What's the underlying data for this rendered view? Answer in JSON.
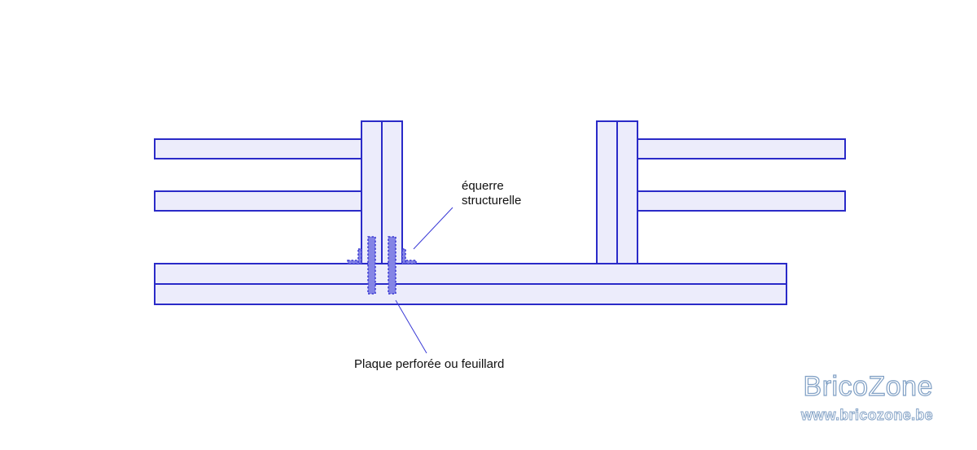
{
  "labels": {
    "bracket": [
      "équerre",
      "structurelle"
    ],
    "plate": "Plaque perforée ou feuillard"
  },
  "watermark": {
    "brand": "BricoZone",
    "url": "www.bricozone.be"
  },
  "colors": {
    "stroke": "#2a2ac8",
    "fill": "#ececfb",
    "bracket": "#8484e6",
    "watermark": "#7f9fc4"
  }
}
